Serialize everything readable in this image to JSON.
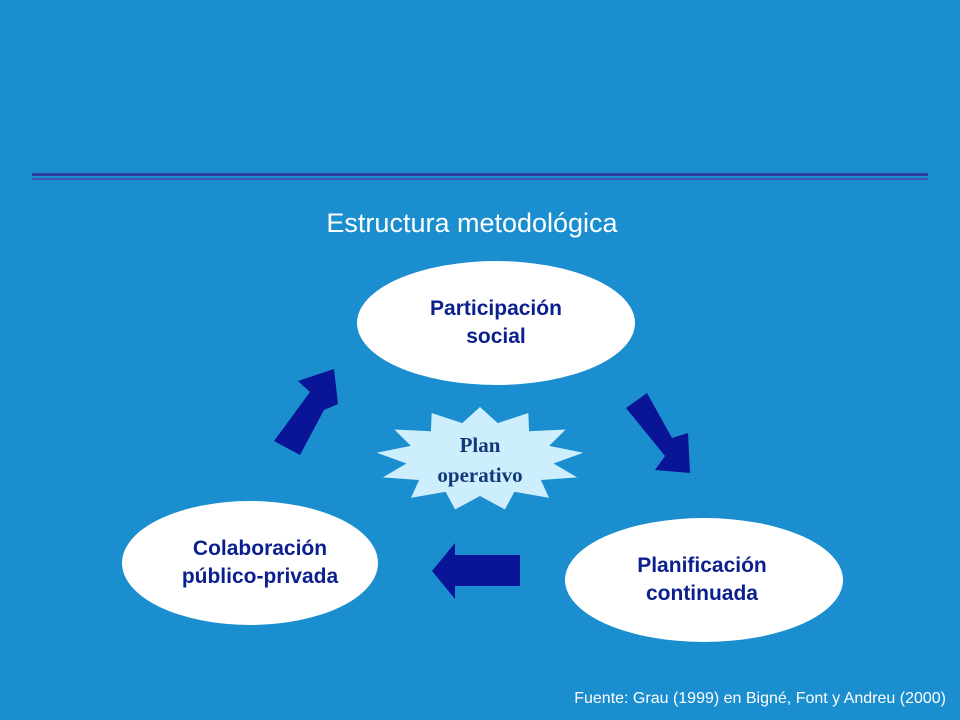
{
  "title": "Estructura metodológica",
  "nodes": {
    "top": {
      "line1": "Participación",
      "line2": "social"
    },
    "right": {
      "line1": "Planificación",
      "line2": "continuada"
    },
    "left": {
      "line1": "Colaboración",
      "line2": "público-privada"
    }
  },
  "center": {
    "line1": "Plan",
    "line2": "operativo"
  },
  "source": "Fuente: Grau (1999) en Bigné, Font y Andreu (2000)",
  "colors": {
    "background": "#1a8ecf",
    "ellipse": "#ffffff",
    "node_text": "#0b1f8f",
    "arrow": "#0a1496",
    "burst": "#cdeefc",
    "rule": "#2a3f9e"
  }
}
